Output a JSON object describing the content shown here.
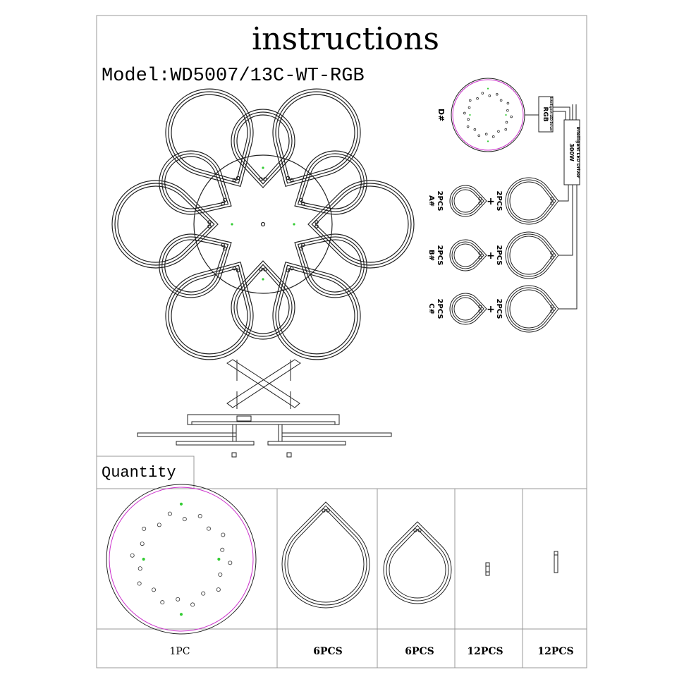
{
  "title": "instructions",
  "model": "Model:WD5007/13C-WT-RGB",
  "wiring": {
    "d_label": "D#",
    "rgb_box": "RGB",
    "rgb_box_sub": "Intelligent LED Driver",
    "driver_label": "Intelligent LED Driver",
    "driver_power": "300W",
    "rows": [
      {
        "label": "A#",
        "left_qty": "2PCS",
        "plus": "+",
        "right_qty": "2PCS"
      },
      {
        "label": "B#",
        "left_qty": "2PCS",
        "plus": "+",
        "right_qty": "2PCS"
      },
      {
        "label": "C#",
        "left_qty": "2PCS",
        "plus": "+",
        "right_qty": "2PCS"
      }
    ]
  },
  "quantity": {
    "heading": "Quantity",
    "items": [
      {
        "qty": "1PC"
      },
      {
        "qty": "6PCS"
      },
      {
        "qty": "6PCS"
      },
      {
        "qty": "12PCS"
      },
      {
        "qty": "12PCS"
      }
    ]
  },
  "colors": {
    "line": "#222222",
    "magenta": "#cc33cc",
    "led_green": "#33cc33",
    "frame": "#999999"
  }
}
